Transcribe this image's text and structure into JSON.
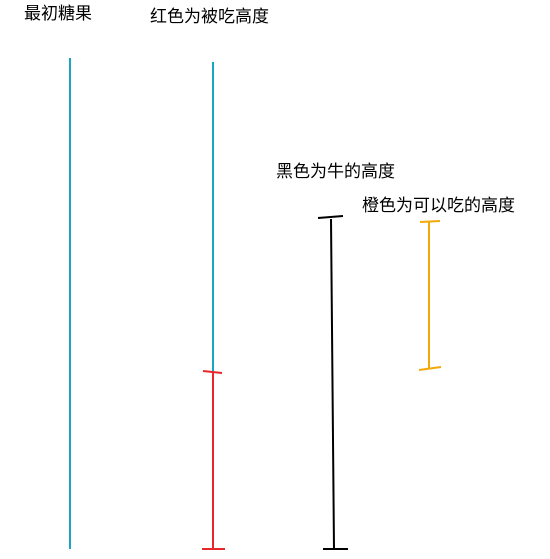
{
  "labels": {
    "initial_candy": "最初糖果",
    "eaten_height": "红色为被吃高度",
    "cow_height": "黑色为牛的高度",
    "edible_height": "橙色为可以吃的高度"
  },
  "colors": {
    "teal": "#1aa5c4",
    "red": "#e8272a",
    "black": "#000000",
    "orange": "#f2a90a"
  }
}
